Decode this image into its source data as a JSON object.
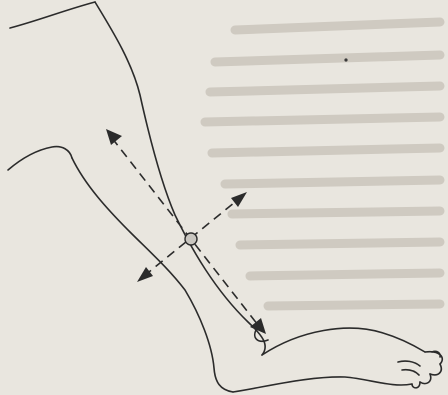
{
  "figure": {
    "subject": "lower-leg-and-foot-line-drawing",
    "markers": [
      {
        "name": "longitudinal-axis",
        "style": "dashed-double-headed-arrow"
      },
      {
        "name": "transverse-axis",
        "style": "dashed-double-headed-arrow"
      },
      {
        "name": "center-point",
        "style": "gray-filled-circle"
      },
      {
        "name": "end-marker",
        "style": "open-semicircle"
      }
    ],
    "colors": {
      "background": "#e9e6df",
      "line": "#2b2b2b",
      "center_point_fill": "#c9c6c0",
      "bleed_through": "#cfcac1"
    }
  }
}
